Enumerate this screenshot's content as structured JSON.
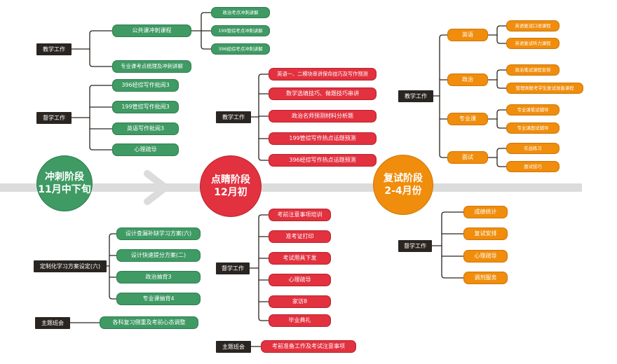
{
  "colors": {
    "green": "#3f9a64",
    "green_border": "#2f7d50",
    "red": "#e2313f",
    "red_border": "#b9222d",
    "orange": "#f08d0c",
    "orange_border": "#cf7405",
    "label_bg": "#2a2521",
    "line": "#2b241f",
    "timeline": "#dcdcdc"
  },
  "stages": [
    {
      "id": "sprint",
      "title": "冲刺阶段",
      "subtitle": "11月中下旬",
      "color": "green"
    },
    {
      "id": "focus",
      "title": "点睛阶段",
      "subtitle": "12月初",
      "color": "red"
    },
    {
      "id": "retest",
      "title": "复试阶段",
      "subtitle": "2-4月份",
      "color": "orange"
    }
  ],
  "sprint": {
    "teaching": {
      "label": "教学工作",
      "items": [
        {
          "label": "公共课冲刺课程",
          "children": [
            "政治考点冲刺讲解",
            "199管综考点冲刺讲解",
            "396经综考点冲刺讲解"
          ]
        },
        {
          "label": "专业课考点梳理及冲刺讲解",
          "children": []
        }
      ]
    },
    "supervision": {
      "label": "督学工作",
      "items": [
        "396经综写作批阅3",
        "199管综写作批阅3",
        "英语写作批阅3",
        "心理疏导"
      ]
    },
    "custom": {
      "label": "定制化学习方案设定(六)",
      "items": [
        "设计查漏补缺学习方案(六)",
        "设计快速提分方案(二)",
        "政治抽背3",
        "专业课抽背4"
      ]
    },
    "class_meeting": {
      "label": "主题班会",
      "items": [
        "各科复习侧重及考前心态调整"
      ]
    }
  },
  "focus": {
    "teaching": {
      "label": "教学工作",
      "items": [
        "英语一、二模块串讲保命技巧及写作预测",
        "数学选填技巧、做题技巧串讲",
        "政治名师预测材料分析题",
        "199管综写作热点话题预测",
        "396经综写作热点话题预测"
      ]
    },
    "supervision": {
      "label": "督学工作",
      "items": [
        "考前注意事项培训",
        "准考证打印",
        "考试用具下发",
        "心理疏导",
        "家访8",
        "毕业典礼"
      ]
    },
    "class_meeting": {
      "label": "主题班会",
      "items": [
        "考前准备工作及考试注意事项"
      ]
    }
  },
  "retest": {
    "teaching": {
      "label": "教学工作",
      "items": [
        {
          "label": "英语",
          "children": [
            "英语复试口语课程",
            "英语复试听力课程"
          ]
        },
        {
          "label": "政治",
          "children": [
            "政治笔试课程安排",
            "管理类联考学生复试准备课程"
          ]
        },
        {
          "label": "专业课",
          "children": [
            "专业课笔试辅导",
            "专业课面试辅导"
          ]
        },
        {
          "label": "面试",
          "children": [
            "实战练习",
            "面试技巧"
          ]
        }
      ]
    },
    "supervision": {
      "label": "督学工作",
      "items": [
        "成绩统计",
        "复试安排",
        "心理疏导",
        "调剂服务"
      ]
    }
  }
}
